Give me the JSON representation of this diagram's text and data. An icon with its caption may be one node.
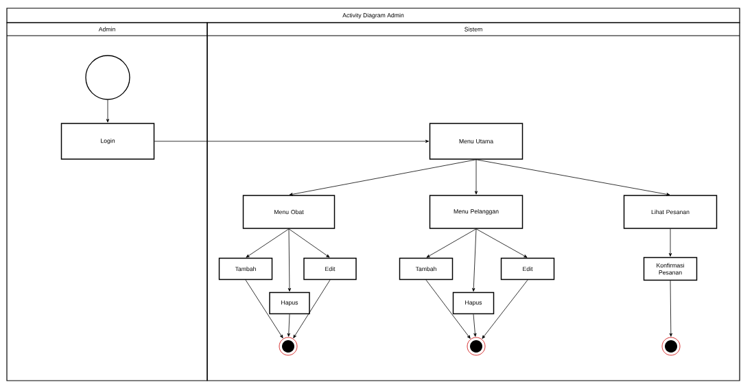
{
  "diagram": {
    "title": "Activity Diagram Admin",
    "nodes": [
      {
        "text": [
          "Admin"
        ]
      },
      {
        "text": [
          "Sistem"
        ]
      },
      {
        "text": [],
        "shape": "circle",
        "in": 0
      },
      {
        "text": [
          "Login"
        ],
        "in": 0
      },
      {
        "text": [
          "Menu Utama"
        ],
        "in": 1
      },
      {
        "text": [
          "Menu Obat"
        ],
        "in": 1
      },
      {
        "text": [
          "Menu Pelanggan"
        ],
        "in": 1
      },
      {
        "text": [
          "Lihat Pesanan"
        ],
        "in": 1
      },
      {
        "text": [
          "Tambah"
        ],
        "in": 1
      },
      {
        "text": [
          "Hapus"
        ],
        "in": 1
      },
      {
        "text": [
          "Edit"
        ],
        "in": 1
      },
      {
        "text": [],
        "shape": "circle",
        "in": 1
      },
      {
        "text": [
          "Tambah"
        ],
        "in": 1
      },
      {
        "text": [
          "Hapus"
        ],
        "in": 1
      },
      {
        "text": [
          "Edit"
        ],
        "in": 1
      },
      {
        "text": [],
        "shape": "circle",
        "in": 1
      },
      {
        "text": [
          "Konfirmasi Pesanan"
        ],
        "in": 1
      },
      {
        "text": [],
        "shape": "circle",
        "in": 1
      }
    ],
    "edges": [
      {
        "from": 2,
        "to": 3,
        "arrow": "to"
      },
      {
        "from": 3,
        "to": 4,
        "arrow": "to"
      },
      {
        "from": 4,
        "to": 5,
        "arrow": "to"
      },
      {
        "from": 4,
        "to": 6,
        "arrow": "to"
      },
      {
        "from": 4,
        "to": 7,
        "arrow": "to"
      },
      {
        "from": 5,
        "to": 8,
        "arrow": "to"
      },
      {
        "from": 5,
        "to": 9,
        "arrow": "to"
      },
      {
        "from": 5,
        "to": 10,
        "arrow": "to"
      },
      {
        "from": 8,
        "to": 11,
        "arrow": "to"
      },
      {
        "from": 9,
        "to": 11,
        "arrow": "to"
      },
      {
        "from": 10,
        "to": 11,
        "arrow": "to"
      },
      {
        "from": 6,
        "to": 12,
        "arrow": "to"
      },
      {
        "from": 6,
        "to": 13,
        "arrow": "to"
      },
      {
        "from": 6,
        "to": 14,
        "arrow": "to"
      },
      {
        "from": 12,
        "to": 15,
        "arrow": "to"
      },
      {
        "from": 13,
        "to": 15,
        "arrow": "to"
      },
      {
        "from": 14,
        "to": 15,
        "arrow": "to"
      },
      {
        "from": 7,
        "to": 16,
        "arrow": "to"
      },
      {
        "from": 16,
        "to": 17,
        "arrow": "to"
      }
    ]
  }
}
